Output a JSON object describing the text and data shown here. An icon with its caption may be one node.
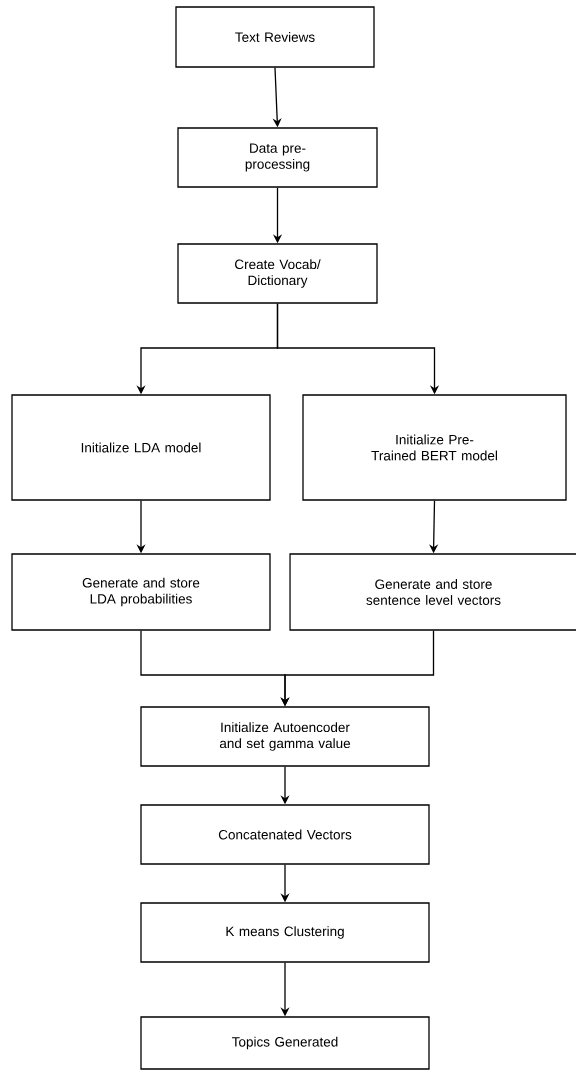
{
  "diagram": {
    "nodes": [
      {
        "text": [
          "Text Reviews"
        ]
      },
      {
        "text": [
          "Data pre-processing"
        ]
      },
      {
        "text": [
          "Create Vocab/ Dictionary"
        ]
      },
      {
        "text": [
          "Initialize LDA model"
        ]
      },
      {
        "text": [
          "Initialize Pre-Trained BERT model"
        ]
      },
      {
        "text": [
          "Generate and store LDA probabilities"
        ]
      },
      {
        "text": [
          "Generate and store sentence level vectors"
        ]
      },
      {
        "text": [
          "Initialize Autoencoder and set gamma value"
        ]
      },
      {
        "text": [
          "Concatenated Vectors"
        ]
      },
      {
        "text": [
          "K means Clustering"
        ]
      },
      {
        "text": [
          "Topics Generated"
        ]
      }
    ],
    "edges": [
      {
        "from": 0,
        "to": 1,
        "arrow": "to"
      },
      {
        "from": 1,
        "to": 2,
        "arrow": "to"
      },
      {
        "from": 2,
        "to": 3,
        "arrow": "to"
      },
      {
        "from": 2,
        "to": 4,
        "arrow": "to"
      },
      {
        "from": 3,
        "to": 5,
        "arrow": "to"
      },
      {
        "from": 4,
        "to": 6,
        "arrow": "to"
      },
      {
        "from": 5,
        "to": 7,
        "arrow": "to"
      },
      {
        "from": 6,
        "to": 7,
        "arrow": "to"
      },
      {
        "from": 7,
        "to": 8,
        "arrow": "to"
      },
      {
        "from": 8,
        "to": 9,
        "arrow": "to"
      },
      {
        "from": 9,
        "to": 10,
        "arrow": "to"
      }
    ]
  }
}
